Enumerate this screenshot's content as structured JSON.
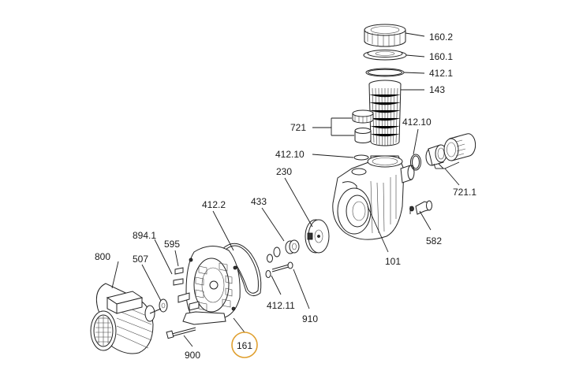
{
  "highlight_color": "#e0a030",
  "labels": {
    "p160_2": "160.2",
    "p160_1": "160.1",
    "p412_1": "412.1",
    "p143": "143",
    "p721": "721",
    "p412_10_a": "412.10",
    "p412_10_b": "412.10",
    "p721_1": "721.1",
    "p230": "230",
    "p433": "433",
    "p412_2": "412.2",
    "p894_1": "894.1",
    "p595": "595",
    "p800": "800",
    "p507": "507",
    "p101": "101",
    "p582": "582",
    "p412_11": "412.11",
    "p910": "910",
    "p900": "900",
    "p161": "161"
  }
}
